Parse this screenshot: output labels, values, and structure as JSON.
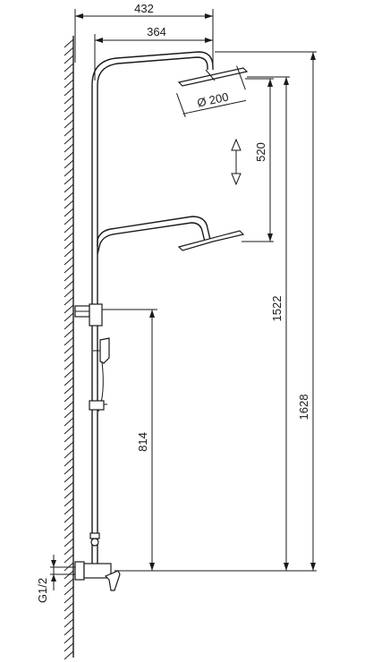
{
  "dimensions": {
    "arm_total_width": "432",
    "arm_inner_width": "364",
    "head_diameter": "Ø 200",
    "slide_range": "520",
    "head_height": "1522",
    "total_height": "1628",
    "mixer_height": "814",
    "connection_thread": "G1/2"
  },
  "icons": {
    "adjust_arrow": "double-arrow-vertical"
  }
}
